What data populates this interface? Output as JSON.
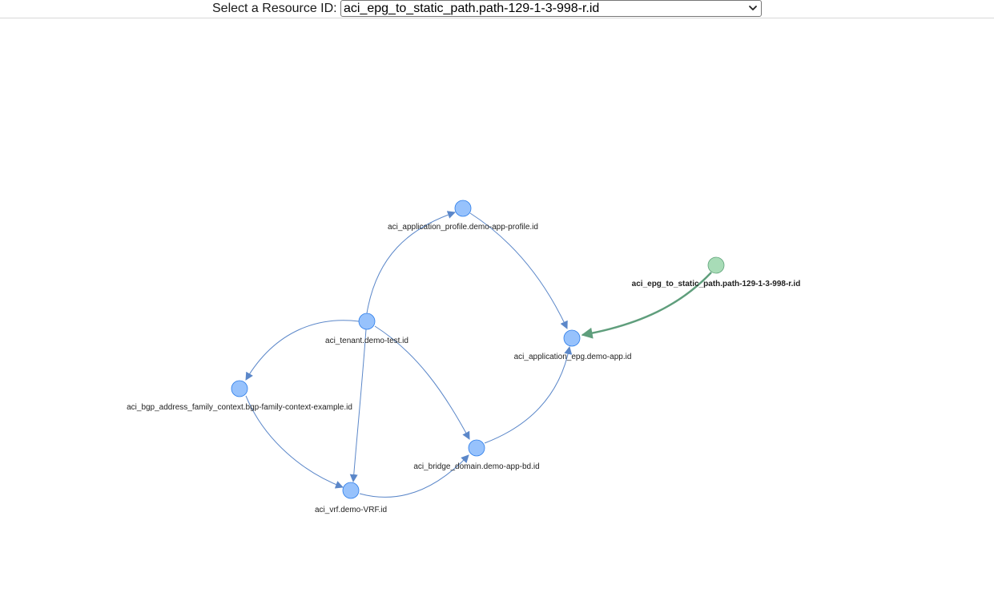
{
  "header": {
    "select_label": "Select a Resource ID:",
    "selected_value": "aci_epg_to_static_path.path-129-1-3-998-r.id",
    "chevron_icon": "chevron-down-icon"
  },
  "graph": {
    "colors": {
      "node_fill": "#97c2fc",
      "node_stroke": "#2b7ce9",
      "edge": "#5b87c9",
      "selected_fill": "#a8dcb7",
      "selected_stroke": "#5fa37a",
      "selected_edge": "#5f9e7c"
    },
    "nodes": [
      {
        "id": "app_profile",
        "label": "aci_application_profile.demo-app-profile.id",
        "selected": false
      },
      {
        "id": "static_path",
        "label": "aci_epg_to_static_path.path-129-1-3-998-r.id",
        "selected": true
      },
      {
        "id": "tenant",
        "label": "aci_tenant.demo-test.id",
        "selected": false
      },
      {
        "id": "app_epg",
        "label": "aci_application_epg.demo-app.id",
        "selected": false
      },
      {
        "id": "bgp_ctx",
        "label": "aci_bgp_address_family_context.bgp-family-context-example.id",
        "selected": false
      },
      {
        "id": "bridge_domain",
        "label": "aci_bridge_domain.demo-app-bd.id",
        "selected": false
      },
      {
        "id": "vrf",
        "label": "aci_vrf.demo-VRF.id",
        "selected": false
      }
    ],
    "edges": [
      {
        "from": "tenant",
        "to": "app_profile"
      },
      {
        "from": "app_profile",
        "to": "app_epg"
      },
      {
        "from": "static_path",
        "to": "app_epg",
        "highlight": true
      },
      {
        "from": "tenant",
        "to": "bgp_ctx"
      },
      {
        "from": "tenant",
        "to": "vrf"
      },
      {
        "from": "tenant",
        "to": "bridge_domain"
      },
      {
        "from": "bgp_ctx",
        "to": "vrf"
      },
      {
        "from": "vrf",
        "to": "bridge_domain"
      },
      {
        "from": "bridge_domain",
        "to": "app_epg"
      }
    ]
  }
}
